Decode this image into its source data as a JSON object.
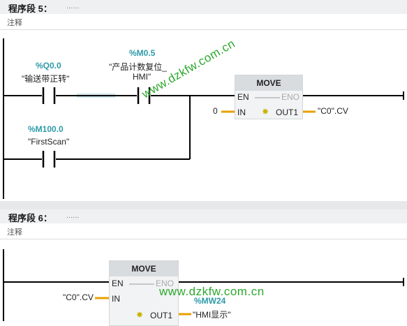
{
  "segment5": {
    "title": "程序段 5：",
    "dots": "......",
    "comment": "注释",
    "contact1": {
      "address": "%Q0.0",
      "symbol": "\"输送带正转\""
    },
    "contact2": {
      "address": "%M0.5",
      "symbol_line1": "\"产品计数复位_",
      "symbol_line2": "HMI\""
    },
    "contact3": {
      "address": "%M100.0",
      "symbol": "\"FirstScan\""
    },
    "move": {
      "title": "MOVE",
      "en": "EN",
      "eno": "ENO",
      "in": "IN",
      "out": "OUT1",
      "in_value": "0",
      "out_value": "\"C0\".CV"
    }
  },
  "segment6": {
    "title": "程序段 6：",
    "dots": "......",
    "comment": "注释",
    "move": {
      "title": "MOVE",
      "en": "EN",
      "eno": "ENO",
      "in": "IN",
      "out": "OUT1",
      "in_value": "\"C0\".CV",
      "out_address": "%MW24",
      "out_value": "\"HMI显示\""
    }
  },
  "watermarks": [
    "www.dzkfw.com.cn",
    "www.dzkfw.com.cn"
  ],
  "colors": {
    "wire": "#000000",
    "connector": "#e8a000",
    "address": "#2e9aa8",
    "watermark": "#2ca82c"
  }
}
